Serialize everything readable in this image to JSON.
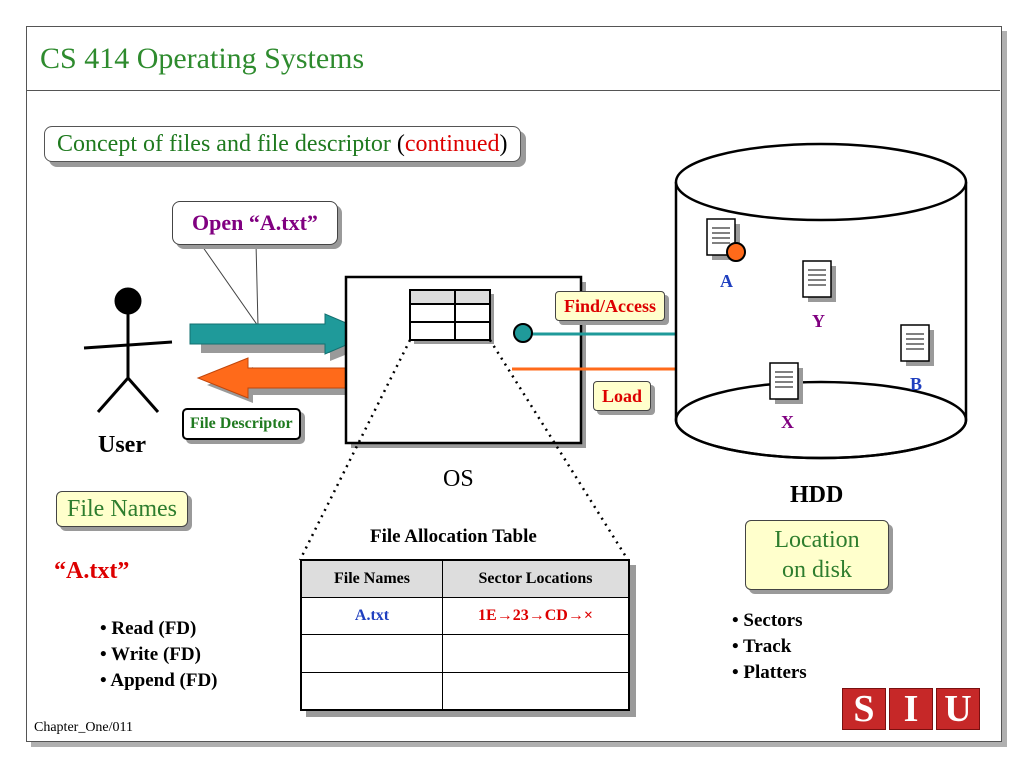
{
  "title": "CS 414 Operating Systems",
  "subtitle": {
    "main": "Concept of files and file descriptor ",
    "open_paren": "(",
    "highlight": "continued",
    "close_paren": ")"
  },
  "callout_open": "Open “A.txt”",
  "file_descriptor_label": "File Descriptor",
  "user_label": "User",
  "os_label": "OS",
  "hdd_label": "HDD",
  "find_access_label": "Find/Access",
  "load_label": "Load",
  "file_names_label": "File Names",
  "atxt_quote": "“A.txt”",
  "operations": [
    "• Read (FD)",
    "• Write (FD)",
    "• Append (FD)"
  ],
  "fat": {
    "title": "File Allocation Table",
    "headers": [
      "File Names",
      "Sector Locations"
    ],
    "rows": [
      [
        "A.txt",
        "1E→23→CD→×"
      ],
      [
        "",
        ""
      ],
      [
        "",
        ""
      ]
    ]
  },
  "location_label": [
    "Location",
    "on disk"
  ],
  "disk_terms": [
    "• Sectors",
    "• Track",
    "• Platters"
  ],
  "hdd_files": [
    "A",
    "Y",
    "X",
    "B"
  ],
  "logo_letters": [
    "S",
    "I",
    "U"
  ],
  "footer": "Chapter_One/011",
  "colors": {
    "title": "#2e8b2e",
    "arrow_in": "#1f9a9a",
    "arrow_out": "#ff6a1a",
    "accent_red": "#d00",
    "logo_bg": "#c62828"
  },
  "icons": [
    "stick-figure-icon",
    "document-icon",
    "cylinder-hdd-icon"
  ]
}
